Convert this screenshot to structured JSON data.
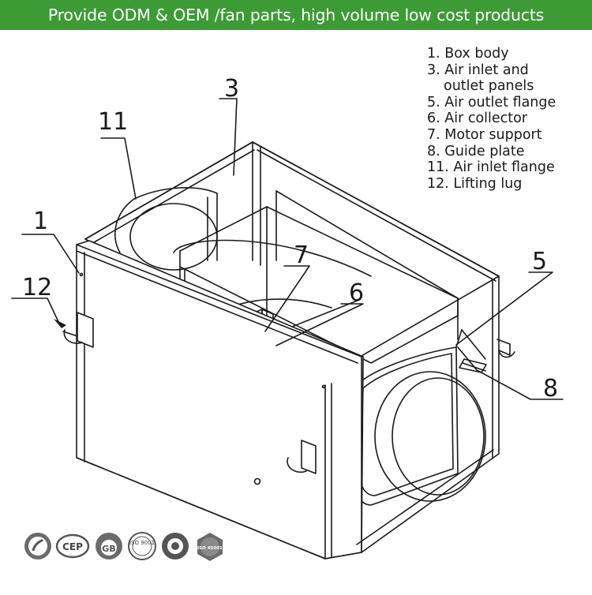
{
  "banner": {
    "text": "Provide ODM & OEM /fan parts, high volume low cost products",
    "background": "#3d9b35"
  },
  "legend": {
    "items": [
      {
        "line1": "1. Box body"
      },
      {
        "line1": "3. Air inlet and",
        "line2": "outlet panels"
      },
      {
        "line1": "5. Air outlet flange"
      },
      {
        "line1": "6. Air collector"
      },
      {
        "line1": "7. Motor support"
      },
      {
        "line1": "8. Guide plate"
      },
      {
        "line1": "11. Air inlet flange"
      },
      {
        "line1": "12. Lifting lug"
      }
    ]
  },
  "callouts": {
    "c1": "1",
    "c3": "3",
    "c5": "5",
    "c6": "6",
    "c7": "7",
    "c8": "8",
    "c11": "11",
    "c12": "12"
  },
  "badges": [
    "cert-badge-1",
    "CEP",
    "GB",
    "ISO 9001",
    "cert-badge-5",
    "ISO 45001"
  ],
  "colors": {
    "line": "#1a1a1a",
    "badge": "#555555"
  }
}
